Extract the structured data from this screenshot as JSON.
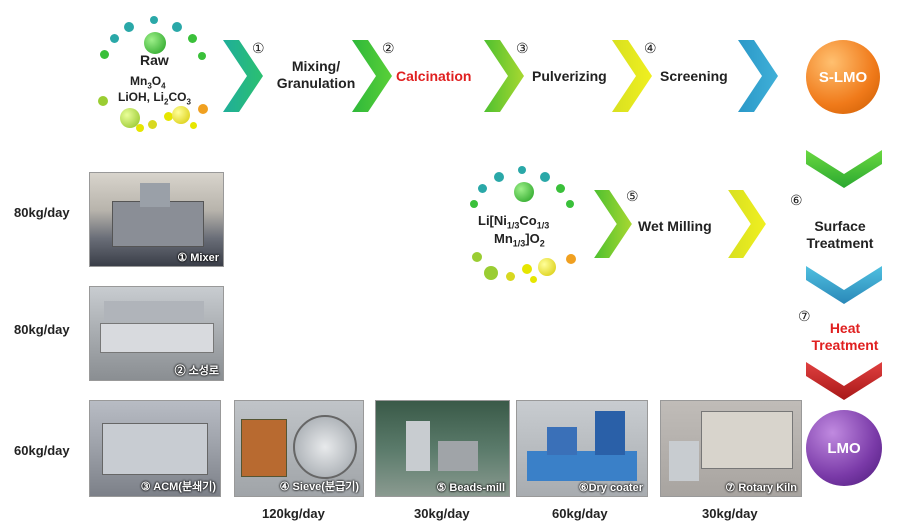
{
  "raw": {
    "title": "Raw",
    "line1": "Mn3O4",
    "line2": "LiOH, Li2CO3"
  },
  "steps": [
    {
      "num": "①",
      "label": "Mixing/\nGranulation",
      "color": "#222222"
    },
    {
      "num": "②",
      "label": "Calcination",
      "color": "#e02020"
    },
    {
      "num": "③",
      "label": "Pulverizing",
      "color": "#222222"
    },
    {
      "num": "④",
      "label": "Screening",
      "color": "#222222"
    }
  ],
  "slmo": "S-LMO",
  "nmc": {
    "line1": "Li[Ni1/3Co1/3",
    "line2": "Mn1/3]O2"
  },
  "step5": {
    "num": "⑤",
    "label": "Wet Milling"
  },
  "step6": {
    "num": "⑥",
    "label": "Surface\nTreatment"
  },
  "step7": {
    "num": "⑦",
    "label": "Heat\nTreatment"
  },
  "lmo": "LMO",
  "rates_left": [
    "80kg/day",
    "80kg/day",
    "60kg/day"
  ],
  "rates_bottom": [
    "120kg/day",
    "30kg/day",
    "60kg/day",
    "30kg/day"
  ],
  "photos": [
    {
      "caption": "① Mixer"
    },
    {
      "caption": "② 소성로"
    },
    {
      "caption": "③ ACM(분쇄기)"
    },
    {
      "caption": "④ Sieve(분급기)"
    },
    {
      "caption": "⑤ Beads-mill"
    },
    {
      "caption": "⑥Dry coater"
    },
    {
      "caption": "⑦ Rotary Kiln"
    }
  ],
  "colors": {
    "green": "#2eb82e",
    "lime": "#9acd32",
    "yellow": "#e6e600",
    "teal": "#2aa8a8",
    "cyan": "#3aa0c8",
    "orange": "#f07a1a",
    "purple": "#7a3aa8",
    "red": "#cc2222"
  }
}
